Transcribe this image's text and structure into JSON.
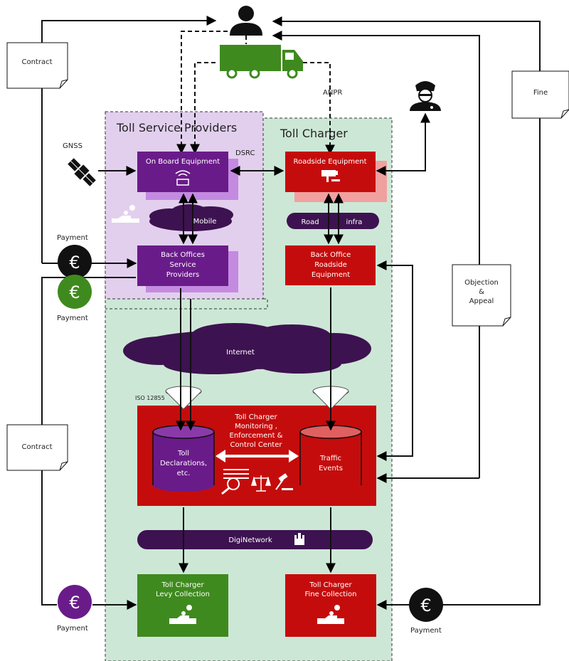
{
  "regions": {
    "tsp_title": "Toll Service Providers",
    "tc_title": "Toll Charger"
  },
  "nodes": {
    "obe": "On Board  Equipment",
    "rse": "Roadside Equipment",
    "bo_sp": [
      "Back Offices",
      "Service",
      "Providers"
    ],
    "bo_rse": [
      "Back Office",
      "Roadside",
      "Equipment"
    ],
    "control_center": [
      "Toll Charger",
      "Monitoring ,",
      "Enforcement &",
      "Control Center"
    ],
    "toll_db": [
      "Toll",
      "Declarations,",
      "etc."
    ],
    "traffic_db": [
      "Traffic",
      "Events"
    ],
    "levy": [
      "Toll Charger",
      "Levy Collection"
    ],
    "fine_collection": [
      "Toll Charger",
      "Fine Collection"
    ]
  },
  "networks": {
    "mobile": "Mobile",
    "road_infra_left": "Road",
    "road_infra_right": "infra",
    "internet": "Internet",
    "diginetwork": "DigiNetwork"
  },
  "labels": {
    "gnss": "GNSS",
    "dsrc": "DSRC",
    "anpr": "ANPR",
    "iso": "ISO 12855",
    "payment": "Payment",
    "euro": "€"
  },
  "documents": {
    "contract_top": "Contract",
    "contract_bottom": "Contract",
    "fine": "Fine",
    "objection": [
      "Objection",
      "&",
      "Appeal"
    ]
  },
  "colors": {
    "purple": "#6a1b8a",
    "purple_shadow": "#c48ae0",
    "purple_region": "#e2cfee",
    "green_region": "#cde7d6",
    "red": "#c50c0c",
    "red_shadow": "#f1a0a0",
    "green": "#3f8a1e",
    "dark_purple": "#3d1250",
    "black": "#111111"
  }
}
